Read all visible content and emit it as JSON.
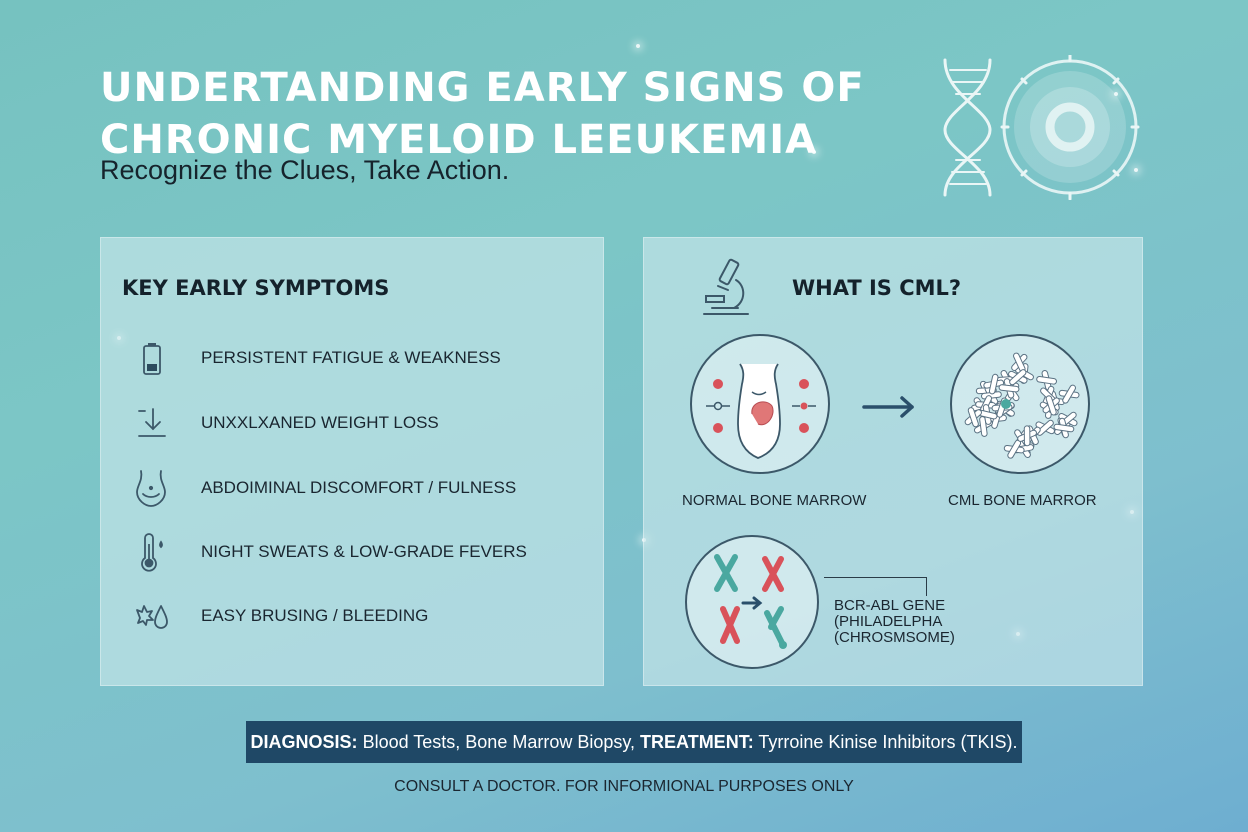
{
  "header": {
    "title_line1": "UNDERTANDING EARLY SIGNS OF",
    "title_line2": "CHRONIC MYELOID LEEUKEMIA",
    "subtitle": "Recognize the Clues, Take Action.",
    "icons": [
      "dna-helix-icon",
      "cell-icon"
    ]
  },
  "symptoms": {
    "heading": "KEY EARLY SYMPTOMS",
    "items": [
      {
        "icon": "low-battery-icon",
        "label": "PERSISTENT FATIGUE & WEAKNESS"
      },
      {
        "icon": "weight-down-icon",
        "label": "UNXXLXANED WEIGHT LOSS"
      },
      {
        "icon": "abdomen-icon",
        "label": "ABDOIMINAL DISCOMFORT / FULNESS"
      },
      {
        "icon": "thermometer-icon",
        "label": "NIGHT SWEATS & LOW-GRADE FEVERS"
      },
      {
        "icon": "bruise-drop-icon",
        "label": "EASY BRUSING / BLEEDING"
      }
    ]
  },
  "cml": {
    "heading": "WHAT IS CML?",
    "icon": "microscope-icon",
    "normal_caption": "NORMAL BONE MARROW",
    "cml_caption": "CML BONE MARROR",
    "gene_line1": "BCR-ABL GENE",
    "gene_line2": "(PHILADELPHA",
    "gene_line3": "(CHROSMSOME)"
  },
  "banner": {
    "diagnosis_label": "DIAGNOSIS:",
    "diagnosis_text": " Blood Tests, Bone Marrow Biopsy, ",
    "treatment_label": "TREATMENT:",
    "treatment_text": " Tyrroine Kinise Inhibitors (TKIS)."
  },
  "footer": "CONSULT A DOCTOR. FOR INFORMIONAL PURPOSES ONLY",
  "colors": {
    "background": "#7cc6c6",
    "panel": "#cde8ec",
    "banner": "#1f4866",
    "title": "#ffffff",
    "icon_stroke": "#3c5869",
    "red_cell": "#d9525a",
    "teal_chromosome": "#4aa8a0"
  }
}
